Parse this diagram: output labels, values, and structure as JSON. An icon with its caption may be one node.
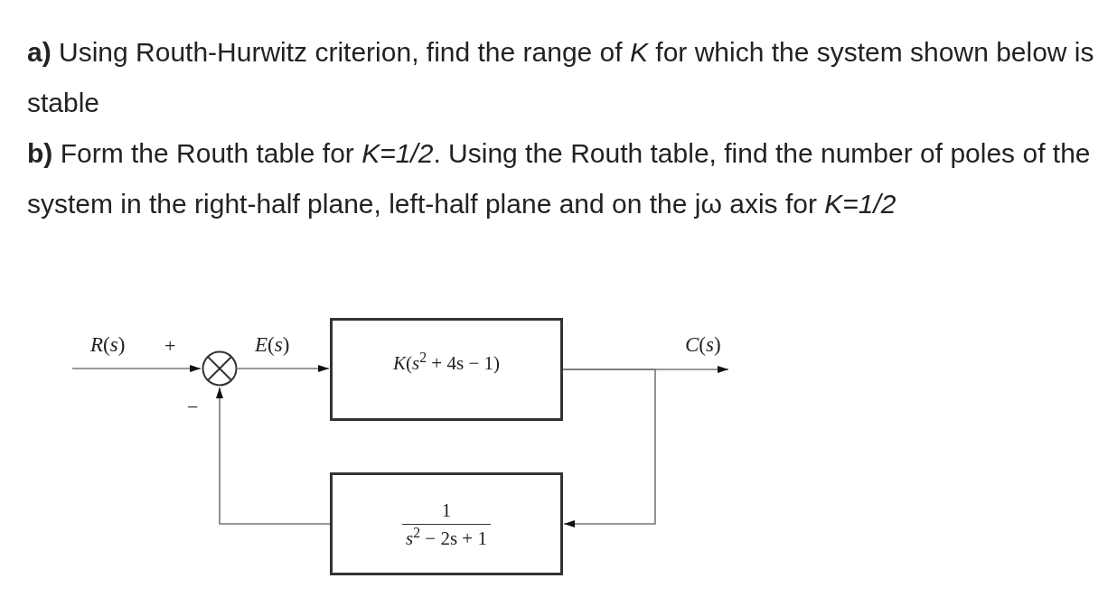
{
  "diagram": {
    "nodes": [
      {
        "text": [],
        "shape": "circle"
      },
      {
        "text": [
          "*K*(*s*$^{2}$ + 4s − 1)"
        ]
      },
      {
        "text": [
          "1",
          "*s*$^{2}$ − 2s + 1"
        ]
      }
    ],
    "edges": [
      {
        "from": null,
        "to": 0,
        "arrow": "to",
        "label": "*R*(*s*)"
      },
      {
        "from": 0,
        "to": 1,
        "arrow": "to",
        "label": "*E*(*s*)"
      },
      {
        "from": 1,
        "to": null,
        "arrow": "to",
        "label": "*C*(*s*)"
      },
      {
        "from": 1,
        "to": 2,
        "arrow": "to"
      },
      {
        "from": 2,
        "to": 0,
        "arrow": "to"
      }
    ],
    "labels": [
      "**a)** Using Routh-Hurwitz criterion, find the range of *K* for which the system shown below is stable",
      "**b)** Form the Routh table for *K=1/2*. Using the Routh table, find the number of poles of the system in the right-half plane, left-half plane and on the jω axis for *K=1/2*",
      "+",
      "−"
    ]
  }
}
